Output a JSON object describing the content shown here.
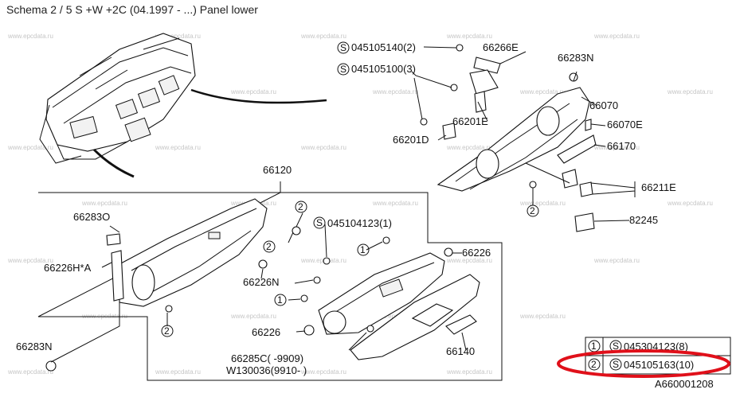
{
  "title": "Schema 2 / 5 S +W +2C (04.1997 - ...) Panel lower",
  "watermark": "www.epcdata.ru",
  "labels": {
    "p045105140": "045105140(2)",
    "p66266E": "66266E",
    "p66283N_top": "66283N",
    "p045105100": "045105100(3)",
    "p66070": "66070",
    "p66070E": "66070E",
    "p66201E": "66201E",
    "p66201D": "66201D",
    "p66170": "66170",
    "p66120": "66120",
    "p66211E": "66211E",
    "p82245": "82245",
    "p66283O": "66283O",
    "p045104123": "045104123(1)",
    "p66226H": "66226H*A",
    "p66226N": "66226N",
    "p66226_right": "66226",
    "p66226_bottom": "66226",
    "p66140": "66140",
    "p66285C": "66285C(  -9909)",
    "pW130036": "W130036(9910-  )",
    "p66283N_bottom": "66283N",
    "diagram_id": "A660001208"
  },
  "circled": {
    "one": "1",
    "two": "2",
    "s": "S"
  },
  "legend": [
    {
      "index": "1",
      "part": "045304123(8)"
    },
    {
      "index": "2",
      "part": "045105163(10)"
    }
  ],
  "highlight_color": "#e0101a"
}
